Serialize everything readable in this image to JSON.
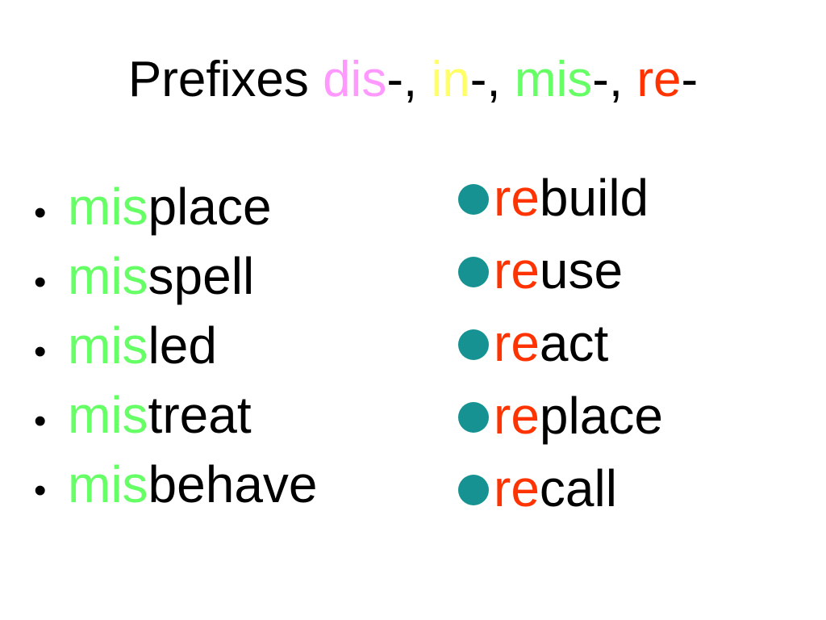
{
  "title": {
    "prefix_text": "Prefixes ",
    "parts": [
      {
        "text": "dis",
        "color": "#ff99ff",
        "sep": "-, "
      },
      {
        "text": "in",
        "color": "#ffff66",
        "sep": "-, "
      },
      {
        "text": "mis",
        "color": "#66ff66",
        "sep": "-, "
      },
      {
        "text": "re",
        "color": "#ff3300",
        "sep": "-"
      }
    ]
  },
  "left_list": {
    "bullet": "•",
    "prefix": "mis",
    "prefix_color": "#66ff66",
    "items": [
      {
        "prefix": "mis",
        "stem": "place"
      },
      {
        "prefix": "mis",
        "stem": "spell"
      },
      {
        "prefix": "mis",
        "stem": "led"
      },
      {
        "prefix": "mis",
        "stem": "treat"
      },
      {
        "prefix": "mis",
        "stem": "behave"
      }
    ]
  },
  "right_list": {
    "bullet_color": "#169292",
    "prefix_color": "#ff3300",
    "items": [
      {
        "prefix": "re",
        "stem": "build"
      },
      {
        "prefix": "re",
        "stem": "use"
      },
      {
        "prefix": "re",
        "stem": "act"
      },
      {
        "prefix": "re",
        "stem": "place"
      },
      {
        "prefix": "re",
        "stem": "call"
      }
    ]
  }
}
